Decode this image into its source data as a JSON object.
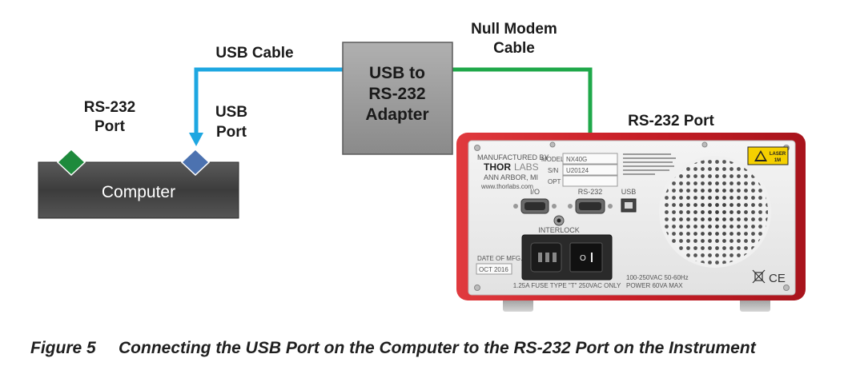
{
  "labels": {
    "usb_cable": "USB Cable",
    "null_modem_line1": "Null Modem",
    "null_modem_line2": "Cable",
    "computer_rs232_line1": "RS-232",
    "computer_rs232_line2": "Port",
    "computer_usb_line1": "USB",
    "computer_usb_line2": "Port",
    "adapter_line1": "USB to",
    "adapter_line2": "RS-232",
    "adapter_line3": "Adapter",
    "instrument_rs232": "RS-232 Port",
    "computer": "Computer"
  },
  "instrument": {
    "manufactured_by": "MANUFACTURED BY",
    "brand_a": "THOR",
    "brand_b": "LABS",
    "city": "ANN ARBOR, MI",
    "website": "www.thorlabs.com",
    "model_label": "MODEL",
    "model_value": "NX40G",
    "sn_label": "S/N",
    "sn_value": "U20124",
    "opt_label": "OPT",
    "io_label": "I/O",
    "rs232_label": "RS-232",
    "usb_label": "USB",
    "interlock_label": "INTERLOCK",
    "date_label": "DATE OF MFG.",
    "date_value": "OCT 2016",
    "fuse_text": "1.25A FUSE TYPE \"T\" 250VAC ONLY",
    "power_line1": "100-250VAC 50-60Hz",
    "power_line2": "POWER 60VA MAX",
    "laser_line1": "LASER",
    "laser_line2": "1M",
    "ce_mark": "CE"
  },
  "caption": {
    "number": "Figure 5",
    "text": "Connecting the USB Port on the Computer to the RS-232 Port on the Instrument"
  },
  "colors": {
    "usb_cable": "#1ea7e1",
    "null_modem_cable": "#1fa84a",
    "adapter_fill": "#9b9b9b",
    "computer_fill": "#4a4a4a",
    "rs232_port": "#1e8a3c",
    "usb_port": "#4c72b0",
    "instrument_frame": "#c8202a"
  }
}
